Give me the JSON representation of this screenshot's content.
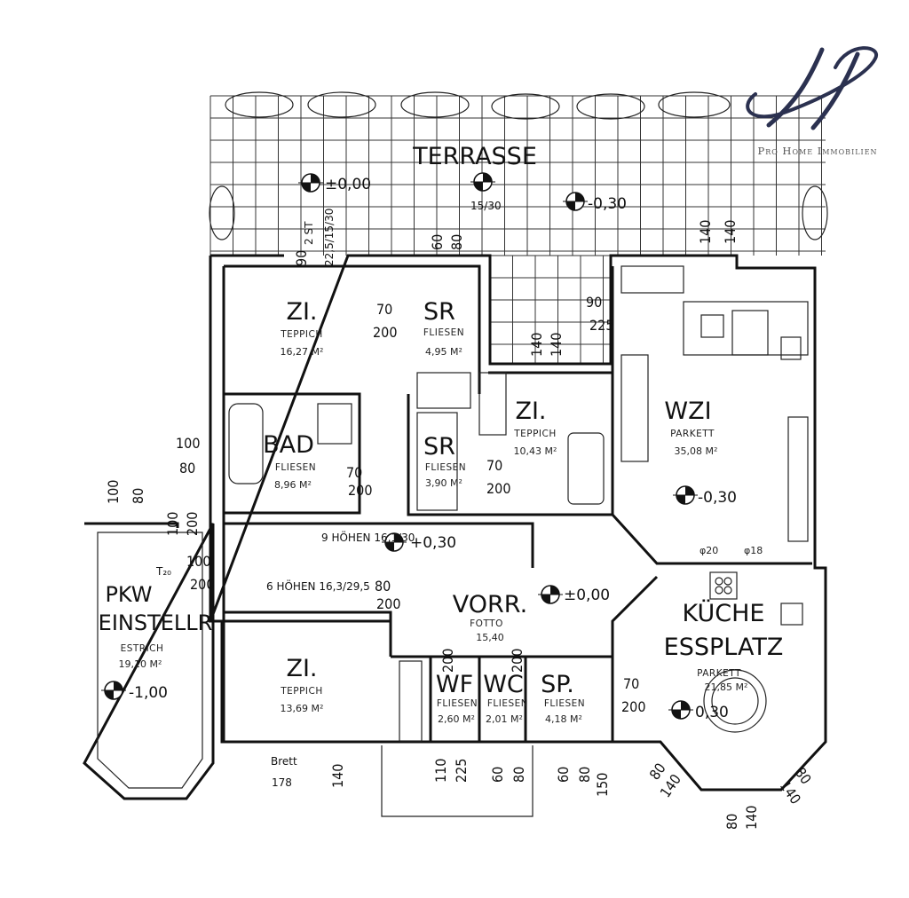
{
  "brand": {
    "name": "Pro Home Immobilien"
  },
  "rooms": {
    "terrasse": {
      "name": "TERRASSE"
    },
    "zi1": {
      "name": "ZI.",
      "floor": "TEPPICH",
      "area": "16,27 M²"
    },
    "sr1": {
      "name": "SR",
      "floor": "FLIESEN",
      "area": "4,95 M²"
    },
    "bad": {
      "name": "BAD",
      "floor": "FLIESEN",
      "area": "8,96 M²"
    },
    "sr2": {
      "name": "SR",
      "floor": "FLIESEN",
      "area": "3,90 M²"
    },
    "zi2": {
      "name": "ZI.",
      "floor": "TEPPICH",
      "area": "10,43 M²"
    },
    "wzi": {
      "name": "WZI",
      "floor": "PARKETT",
      "area": "35,08 M²"
    },
    "pkw": {
      "name1": "PKW",
      "name2": "EINSTELLR",
      "floor": "ESTRICH",
      "area": "19,10 M²"
    },
    "vorr": {
      "name": "VORR.",
      "floor": "FOTTO",
      "area": "15,40"
    },
    "kueche": {
      "name1": "KÜCHE",
      "name2": "ESSPLATZ",
      "floor": "PARKETT",
      "area": "21,85 M²"
    },
    "zi3": {
      "name": "ZI.",
      "floor": "TEPPICH",
      "area": "13,69 M²"
    },
    "wf": {
      "name": "WF",
      "floor": "FLIESEN",
      "area": "2,60 M²"
    },
    "wc": {
      "name": "WC",
      "floor": "FLIESEN",
      "area": "2,01 M²"
    },
    "sp": {
      "name": "SP.",
      "floor": "FLIESEN",
      "area": "4,18 M²"
    }
  },
  "levels": {
    "terrace_left": "±0,00",
    "terrace_right": "-0,30",
    "wzi": "-0,30",
    "corridor": "+0,30",
    "vorr": "±0,00",
    "pkw": "-1,00",
    "essplatz": "0,30"
  },
  "stairs": {
    "terrace": "15/30",
    "upper": "9 HÖHEN 16,1/30",
    "lower": "6 HÖHEN 16,3/29,5",
    "t20": "T₂₀",
    "steps_left_a": "2 ST",
    "steps_left_b": "22,5/15/30"
  },
  "dimensions": {
    "d_90_left": "90",
    "d_60": "60",
    "d_80": "80",
    "d_70": "70",
    "d_200": "200",
    "d_90": "90",
    "d_225": "225",
    "d_140": "140",
    "d_100": "100",
    "d_150": "150",
    "d_110": "110",
    "d_178": "178",
    "brett": "Brett"
  },
  "misc": {
    "phi20": "φ20",
    "phi18": "φ18"
  }
}
